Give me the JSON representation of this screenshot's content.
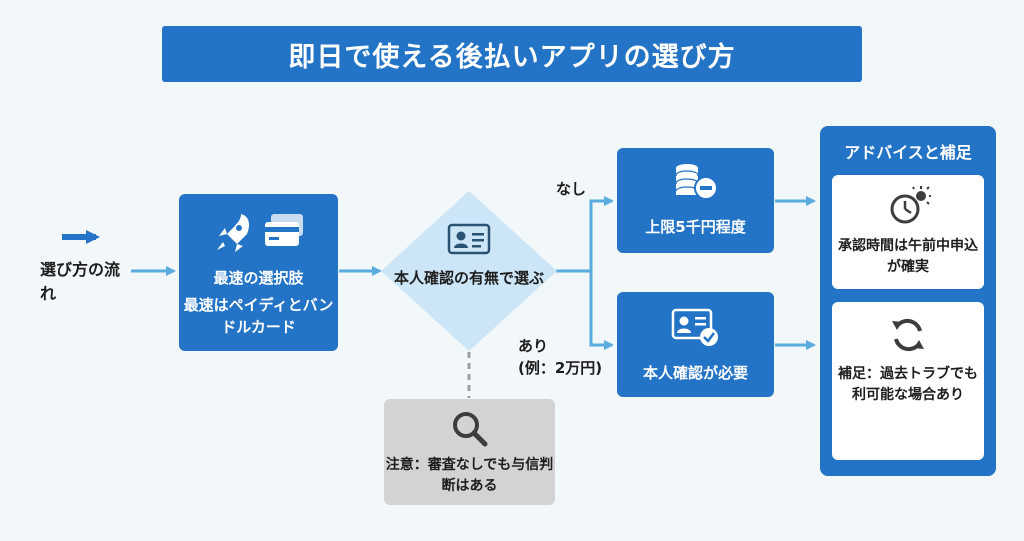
{
  "title": "即日で使える後払いアプリの選び方",
  "start": {
    "label": "選び方の流れ"
  },
  "choice": {
    "heading": "最速の選択肢",
    "body": "最速はペイディとバンドルカード",
    "icons": [
      "rocket-icon",
      "credit-card-icon"
    ]
  },
  "decision": {
    "label": "本人確認の有無で選ぶ",
    "icon": "id-card-icon"
  },
  "branches": {
    "none": "なし",
    "yes": "あり\n(例：2万円)"
  },
  "limit": {
    "label": "上限5千円程度",
    "icon": "coins-minus-icon"
  },
  "verify": {
    "label": "本人確認が必要",
    "icon": "id-check-icon"
  },
  "caution": {
    "label": "注意：審査なしでも与信判断はある",
    "icon": "search-icon"
  },
  "advice": {
    "title": "アドバイスと補足",
    "time_note": "承認時間は午前中申込が確実",
    "time_icon": "clock-sun-icon",
    "extra_note": "補足：過去トラブでも利可能な場合あり",
    "extra_icon": "refresh-icon"
  },
  "colors": {
    "primary": "#2373c6",
    "diamond": "#cde6f7",
    "arrow": "#5aabe0",
    "caution": "#d3d3d3",
    "background": "#f2f7fa"
  }
}
